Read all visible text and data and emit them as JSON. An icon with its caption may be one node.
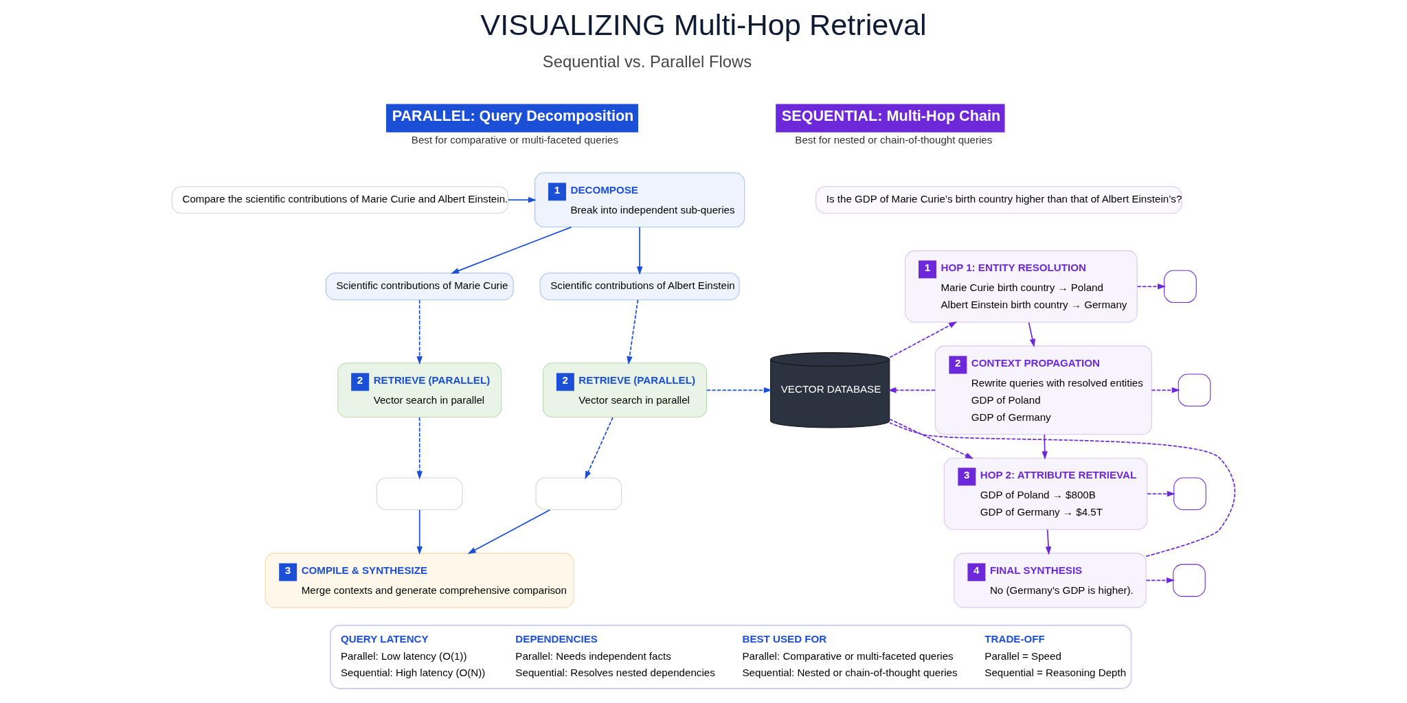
{
  "diagram": {
    "title": "VISUALIZING Multi-Hop Retrieval",
    "nodes": [
      {
        "text": [
          "PARALLEL: Query Decomposition"
        ],
        "beside": [
          "Best for comparative or multi-faceted queries"
        ]
      },
      {
        "text": [
          "Compare the scientific contributions of Marie Curie and Albert Einstein."
        ]
      },
      {
        "text": [
          "1",
          "DECOMPOSE",
          "Break into independent sub-queries"
        ]
      },
      {
        "text": [
          "Scientific contributions of Marie Curie"
        ]
      },
      {
        "text": [
          "Scientific contributions of Albert Einstein"
        ]
      },
      {
        "text": [
          "2",
          "RETRIEVE (PARALLEL)",
          "Vector search in parallel"
        ]
      },
      {
        "text": [
          "2",
          "RETRIEVE (PARALLEL)",
          "Vector search in parallel"
        ]
      },
      {
        "text": [],
        "shape": "box"
      },
      {
        "text": [],
        "shape": "box"
      },
      {
        "text": [
          "3",
          "COMPILE & SYNTHESIZE",
          "Merge contexts and generate comprehensive comparison"
        ]
      },
      {
        "text": [
          "VECTOR DATABASE"
        ]
      },
      {
        "text": [
          "SEQUENTIAL: Multi-Hop Chain"
        ],
        "beside": [
          "Best for nested or chain-of-thought queries"
        ]
      },
      {
        "text": [
          "Is the GDP of Marie Curie’s birth country higher than that of Albert Einstein’s?"
        ]
      },
      {
        "text": [
          "1",
          "HOP 1: ENTITY RESOLUTION",
          "Marie Curie birth country → Poland",
          "Albert Einstein birth country → Germany"
        ]
      },
      {
        "text": [
          "2",
          "CONTEXT PROPAGATION",
          "Rewrite queries with resolved entities",
          "GDP of Poland",
          "GDP of Germany"
        ]
      },
      {
        "text": [
          "3",
          "HOP 2: ATTRIBUTE RETRIEVAL",
          "GDP of Poland → $800B",
          "GDP of Germany → $4.5T"
        ]
      },
      {
        "text": [
          "4",
          "FINAL SYNTHESIS",
          "No (Germany’s GDP is higher)."
        ]
      },
      {
        "text": [],
        "shape": "box"
      },
      {
        "text": [],
        "shape": "box"
      },
      {
        "text": [],
        "shape": "box"
      },
      {
        "text": [],
        "shape": "box"
      },
      {
        "text": [],
        "shape": "box"
      },
      {
        "text": [
          "QUERY LATENCY",
          "Parallel: Low latency (O(1))",
          "Sequential: High latency (O(N))"
        ],
        "in": 21
      },
      {
        "text": [
          "DEPENDENCIES",
          "Parallel: Needs independent facts",
          "Sequential: Resolves nested dependencies"
        ],
        "in": 21
      },
      {
        "text": [
          "BEST USED FOR",
          "Parallel: Comparative or multi-faceted queries",
          "Sequential: Nested or chain-of-thought queries"
        ],
        "in": 21
      },
      {
        "text": [
          "TRADE-OFF",
          "Parallel = Speed",
          "Sequential = Reasoning Depth"
        ],
        "in": 21
      }
    ],
    "edges": [
      {
        "from": 1,
        "to": 2,
        "arrow": "to",
        "color": "#1a4fd6"
      },
      {
        "from": 2,
        "to": 3,
        "arrow": "to",
        "color": "#1a4fd6"
      },
      {
        "from": 2,
        "to": 4,
        "arrow": "to",
        "color": "#1a4fd6"
      },
      {
        "from": 3,
        "to": 5,
        "arrow": "to",
        "style": "dashed",
        "color": "#1a4fd6"
      },
      {
        "from": 4,
        "to": 6,
        "arrow": "to",
        "style": "dashed",
        "color": "#1a4fd6"
      },
      {
        "from": 5,
        "to": 7,
        "arrow": "to",
        "style": "dashed",
        "color": "#1a4fd6"
      },
      {
        "from": 6,
        "to": 8,
        "arrow": "to",
        "style": "dashed",
        "color": "#1a4fd6"
      },
      {
        "from": 7,
        "to": 9,
        "arrow": "to",
        "color": "#1a4fd6"
      },
      {
        "from": 8,
        "to": 9,
        "arrow": "to",
        "color": "#1a4fd6"
      },
      {
        "from": 6,
        "to": 10,
        "arrow": "to",
        "style": "dashed",
        "color": "#1a4fd6"
      },
      {
        "from": 14,
        "to": 10,
        "arrow": "to",
        "style": "dashed"
      },
      {
        "from": 10,
        "to": 13,
        "arrow": "to",
        "style": "dashed"
      },
      {
        "from": 10,
        "to": 15,
        "arrow": "to",
        "style": "dashed"
      },
      {
        "from": 16,
        "to": 10,
        "arrow": "none",
        "style": "dashed"
      },
      {
        "from": 13,
        "to": 14,
        "arrow": "to"
      },
      {
        "from": 14,
        "to": 15,
        "arrow": "to"
      },
      {
        "from": 15,
        "to": 16,
        "arrow": "to"
      },
      {
        "from": 13,
        "to": 17,
        "arrow": "to",
        "style": "dashed"
      },
      {
        "from": 14,
        "to": 18,
        "arrow": "to",
        "style": "dashed"
      },
      {
        "from": 15,
        "to": 19,
        "arrow": "to",
        "style": "dashed"
      },
      {
        "from": 16,
        "to": 20,
        "arrow": "to",
        "style": "dashed"
      }
    ],
    "labels": [
      "Sequential vs. Parallel Flows"
    ]
  }
}
